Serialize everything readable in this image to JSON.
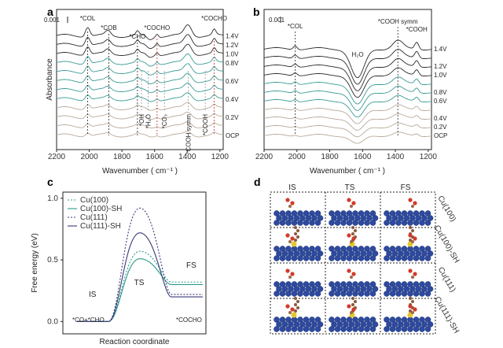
{
  "chart_data": [
    {
      "panel": "a",
      "type": "line",
      "xlabel": "Wavenumber ( cm⁻¹ )",
      "ylabel": "Absorbance",
      "xlim": [
        2200,
        1180
      ],
      "xticks": [
        2200,
        2000,
        1800,
        1600,
        1400,
        1200
      ],
      "scalebar": "0.001",
      "series": [
        {
          "name": "OCP"
        },
        {
          "name": ""
        },
        {
          "name": "0.2V"
        },
        {
          "name": ""
        },
        {
          "name": "0.4V"
        },
        {
          "name": ""
        },
        {
          "name": "0.6V"
        },
        {
          "name": ""
        },
        {
          "name": "0.8V"
        },
        {
          "name": "1.0V"
        },
        {
          "name": "1.2V"
        },
        {
          "name": "1.4V"
        }
      ],
      "annotations": [
        {
          "text": "*COL",
          "x": 2010,
          "color": "#222222"
        },
        {
          "text": "*COB",
          "x": 1880,
          "color": "#222222"
        },
        {
          "text": "*CHO",
          "x": 1705,
          "color": "#222222"
        },
        {
          "text": "*COCHO",
          "x": 1585,
          "color": "#c0302a"
        },
        {
          "text": "*COCHO",
          "x": 1235,
          "color": "#c0302a"
        }
      ],
      "vlabels": [
        {
          "text": "*OH",
          "x": 1680
        },
        {
          "text": "*H₂O",
          "x": 1640
        },
        {
          "text": "*CO₃",
          "x": 1540
        },
        {
          "text": "*COOH symm",
          "x": 1395
        },
        {
          "text": "*COOH",
          "x": 1290
        }
      ]
    },
    {
      "panel": "b",
      "type": "line",
      "xlabel": "Wavenumber ( cm⁻¹ )",
      "xlim": [
        2200,
        1180
      ],
      "xticks": [
        2200,
        2000,
        1800,
        1600,
        1400,
        1200
      ],
      "scalebar": "0.001",
      "series": [
        {
          "name": "OCP"
        },
        {
          "name": "0.2V"
        },
        {
          "name": "0.4V"
        },
        {
          "name": ""
        },
        {
          "name": "0.6V"
        },
        {
          "name": "0.8V"
        },
        {
          "name": ""
        },
        {
          "name": "1.0V"
        },
        {
          "name": "1.2V"
        },
        {
          "name": ""
        },
        {
          "name": "1.4V"
        }
      ],
      "annotations": [
        {
          "text": "*COL",
          "x": 2010
        },
        {
          "text": "H₂O",
          "x": 1630
        },
        {
          "text": "*COOH symm",
          "x": 1385
        },
        {
          "text": "*COOH",
          "x": 1270
        }
      ]
    },
    {
      "panel": "c",
      "type": "line",
      "xlabel": "Reaction coordinate",
      "ylabel": "Free energy (eV)",
      "ylim": [
        -0.1,
        1.05
      ],
      "yticks": [
        0.0,
        0.5,
        1.0
      ],
      "states": [
        "IS",
        "TS",
        "FS"
      ],
      "state_labels": {
        "is": "*CO+*CHO",
        "fs": "*COCHO"
      },
      "series": [
        {
          "name": "Cu(100)",
          "style": "dotted",
          "color": "#2a9a8a",
          "values": [
            0.0,
            0.57,
            0.32
          ]
        },
        {
          "name": "Cu(100)-SH",
          "style": "solid",
          "color": "#2a9a8a",
          "values": [
            0.0,
            0.51,
            0.3
          ]
        },
        {
          "name": "Cu(111)",
          "style": "dotted",
          "color": "#3a3a78",
          "values": [
            0.0,
            0.92,
            0.22
          ]
        },
        {
          "name": "Cu(111)-SH",
          "style": "solid",
          "color": "#3a3a78",
          "values": [
            0.0,
            0.72,
            0.2
          ]
        }
      ]
    },
    {
      "panel": "d",
      "type": "table",
      "columns": [
        "IS",
        "TS",
        "FS"
      ],
      "rows": [
        "Cu(100)",
        "Cu(100)-SH",
        "Cu(111)",
        "Cu(111)-SH"
      ]
    }
  ],
  "panels": {
    "a": "a",
    "b": "b",
    "c": "c",
    "d": "d"
  },
  "colors": {
    "dark": "#2b2b2b",
    "teal": "#3a9b94",
    "tan": "#b9aa9a",
    "navy": "#2e4a9e"
  }
}
